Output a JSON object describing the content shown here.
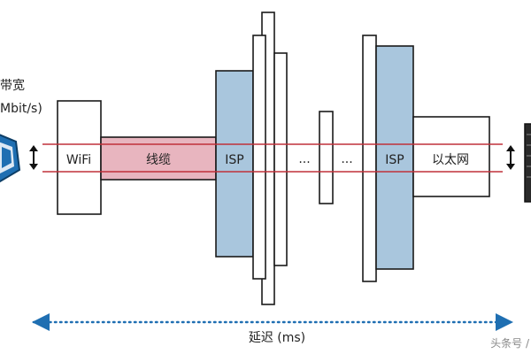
{
  "labels": {
    "bandwidth": "带宽",
    "bandwidth_unit": "Mbit/s)",
    "wifi": "WiFi",
    "cable": "线缆",
    "isp_left": "ISP",
    "ellipsis_1": "...",
    "ellipsis_2": "...",
    "isp_right": "ISP",
    "ethernet": "以太网",
    "latency_axis": "延迟 (ms)",
    "watermark": "头条号 /"
  },
  "colors": {
    "isp_fill": "#a9c6dd",
    "cable_fill": "#e8b5bf",
    "bandwidth_line": "#c0303a",
    "latency_axis": "#1f6fb2",
    "outline": "#1a1a1a",
    "device_blue": "#1f6fb2"
  },
  "icons": {
    "left_device": "laptop-icon",
    "right_device": "server-icon",
    "bandwidth_arrows": "double-arrow-vertical-icon"
  }
}
